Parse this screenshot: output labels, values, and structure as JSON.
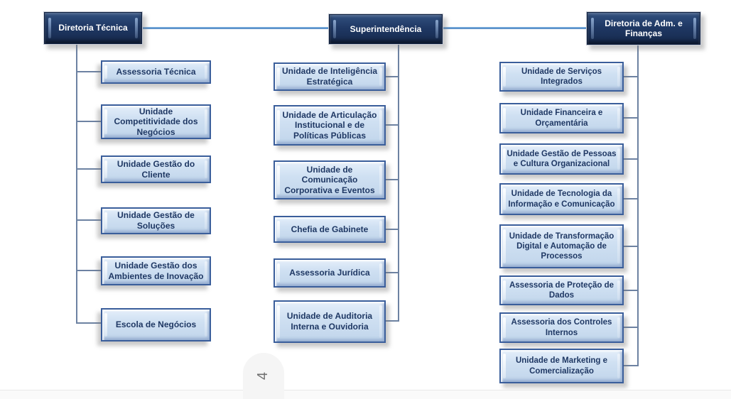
{
  "page": {
    "number": "4"
  },
  "chart": {
    "type": "org-chart",
    "columns": [
      {
        "head": "Diretoria Técnica",
        "items": [
          "Assessoria Técnica",
          "Unidade Competitividade dos Negócios",
          "Unidade Gestão do Cliente",
          "Unidade Gestão de Soluções",
          "Unidade Gestão dos Ambientes de Inovação",
          "Escola de Negócios"
        ]
      },
      {
        "head": "Superintendência",
        "items": [
          "Unidade de Inteligência Estratégica",
          "Unidade de Articulação Institucional e de Políticas Públicas",
          "Unidade de Comunicação Corporativa e Eventos",
          "Chefia de Gabinete",
          "Assessoria Jurídica",
          "Unidade de Auditoria Interna e Ouvidoria"
        ]
      },
      {
        "head": "Diretoria de Adm. e Finanças",
        "items": [
          "Unidade de Serviços Integrados",
          "Unidade Financeira e Orçamentária",
          "Unidade Gestão de Pessoas e Cultura Organizacional",
          "Unidade de Tecnologia da Informação e Comunicação",
          "Unidade de Transformação Digital e Automação de Processos",
          "Assessoria de Proteção de Dados",
          "Assessoria dos Controles Internos",
          "Unidade de Marketing e Comercialização"
        ]
      }
    ]
  },
  "colors": {
    "header_fill": "#1F3864",
    "node_fill": "#CFE0F2",
    "node_border": "#3A5E9B",
    "node_text": "#1F3864",
    "top_connector": "#5B94D2",
    "branch_line": "#6D82A2",
    "page_pill_bg": "#F5F5F5",
    "page_number_text": "#707070"
  }
}
